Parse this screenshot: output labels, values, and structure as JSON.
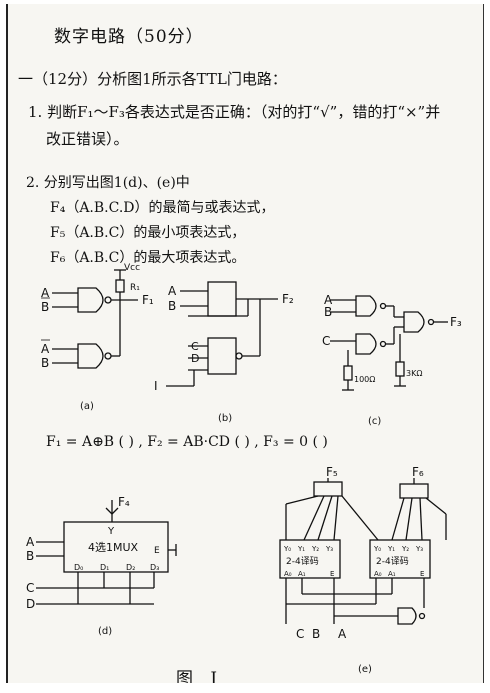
{
  "header": {
    "title": "数字电路（50分）",
    "question": "一（12分）分析图1所示各TTL门电路：",
    "item1_line1": "1. 判断F₁～F₃各表达式是否正确：（对的打“√”，错的打“×”并",
    "item1_line2": "改正错误）。",
    "item2": "2. 分别写出图1(d)、(e)中",
    "f4_line": "F₄（A.B.C.D）的最简与或表达式，",
    "f5_line": "F₅（A.B.C）的最小项表达式，",
    "f6_line": "F₆（A.B.C）的最大项表达式。"
  },
  "answers": {
    "text": "F₁ = A⊕B  (   ) ,   F₂ = AB·CD  (   ) ,   F₃ = 0  (   )"
  },
  "figure_a": {
    "in1": "A",
    "in2": "B",
    "in3": "A",
    "in4": "B",
    "vcc": "Vcc",
    "r": "R₁",
    "out": "F₁",
    "caption": "(a)"
  },
  "figure_b": {
    "in1": "A",
    "in2": "B",
    "in3": "C",
    "in4": "D",
    "in5": "I",
    "out": "F₂",
    "caption": "(b)"
  },
  "figure_c": {
    "in1": "A",
    "in2": "B",
    "in3": "C",
    "r1": "100Ω",
    "r2": "3KΩ",
    "out": "F₃",
    "caption": "(c)"
  },
  "figure_d": {
    "out": "F₄",
    "y": "Y",
    "chip": "4选1MUX",
    "enable": "E",
    "a": "A",
    "b": "B",
    "c": "C",
    "d": "D",
    "d0": "D₀",
    "d1": "D₁",
    "d2": "D₂",
    "d3": "D₃",
    "caption": "(d)"
  },
  "figure_e": {
    "f5": "F₅",
    "f6": "F₆",
    "chip1": "2-4译码",
    "chip2": "2-4译码",
    "y0": "Y₀",
    "y1": "Y₁",
    "y2": "Y₂",
    "y3": "Y₃",
    "a0": "A₀",
    "a1": "A₁",
    "e": "E",
    "c": "C",
    "b": "B",
    "a": "A",
    "caption": "(e)"
  },
  "figure_caption": "图 I"
}
